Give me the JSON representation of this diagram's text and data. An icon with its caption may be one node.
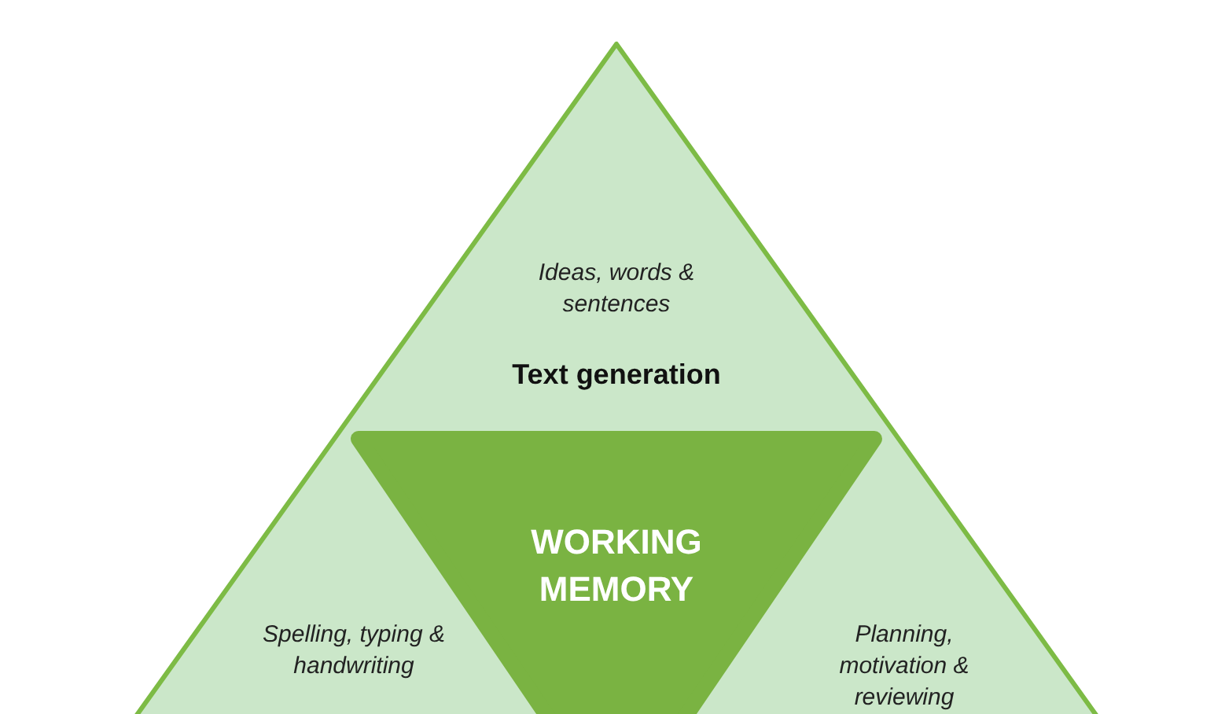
{
  "diagram": {
    "nodes": [
      {
        "text": [],
        "shape": "triangle"
      },
      {
        "text": [
          "WORKING MEMORY"
        ]
      }
    ],
    "edges": [],
    "labels": [
      "Ideas, words & sentences",
      "Text generation",
      "Spelling, typing & handwriting",
      "Planning, motivation & reviewing"
    ]
  }
}
